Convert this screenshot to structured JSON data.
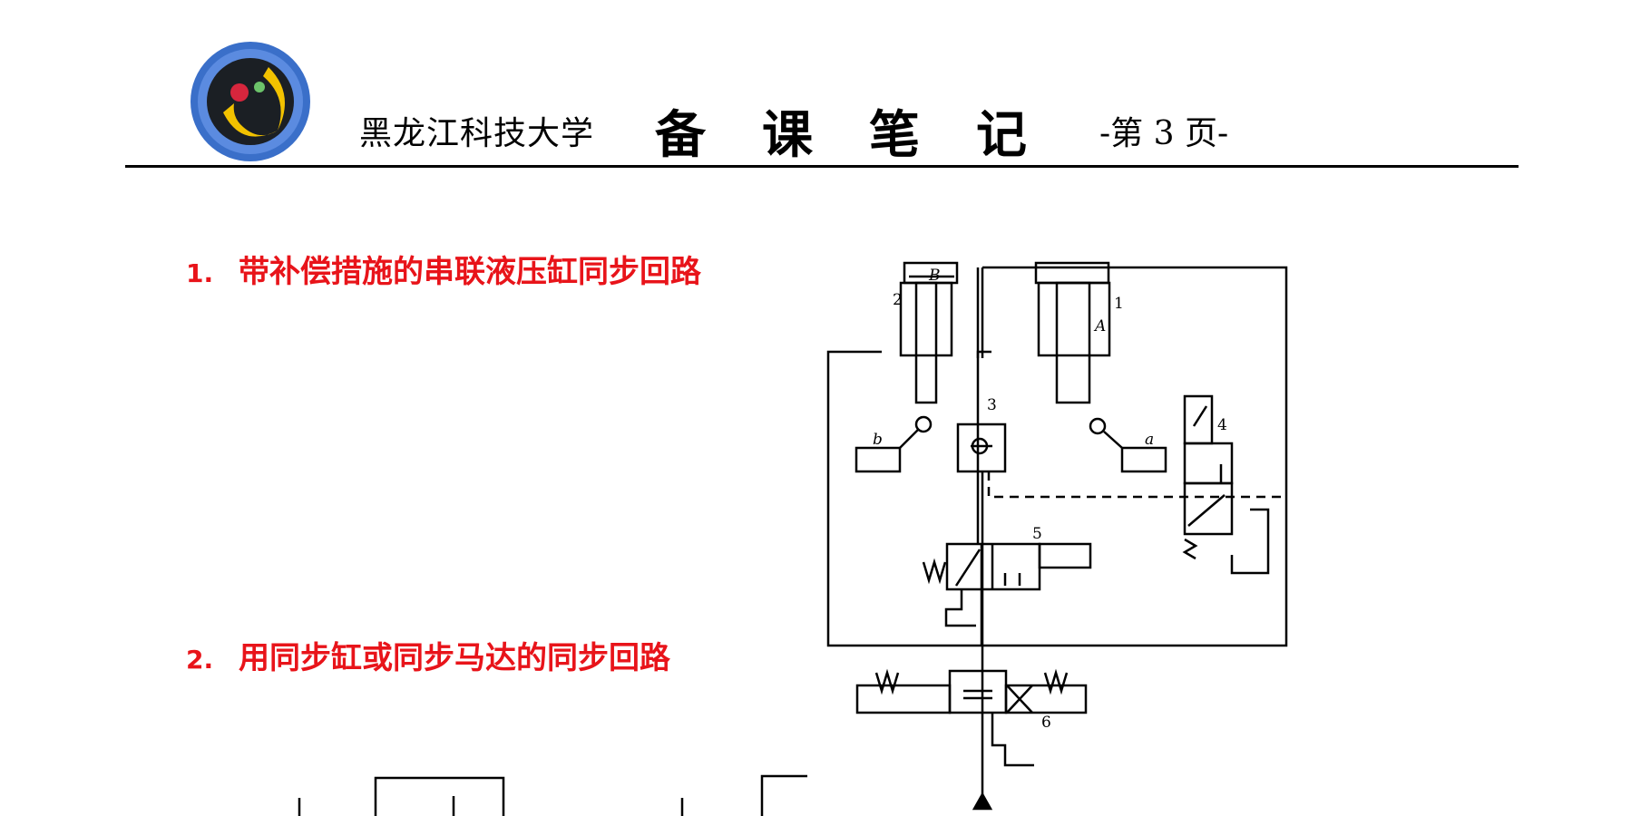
{
  "header": {
    "school": "黑龙江科技大学",
    "title": "备课笔记",
    "page": "-第 3 页-"
  },
  "sections": [
    {
      "number": "1.",
      "title": "带补偿措施的串联液压缸同步回路"
    },
    {
      "number": "2.",
      "title": "用同步缸或同步马达的同步回路"
    }
  ],
  "diagram": {
    "labels": {
      "cyl_b": "B",
      "cyl_a": "A",
      "n1": "1",
      "n2": "2",
      "n3": "3",
      "n4": "4",
      "n5": "5",
      "n6": "6",
      "switch_a": "a",
      "switch_b": "b"
    }
  },
  "colors": {
    "section_heading": "#e8141a",
    "logo_ring": "#3a6fc9",
    "logo_center": "#1b1f24",
    "logo_crescent": "#f2c200"
  }
}
